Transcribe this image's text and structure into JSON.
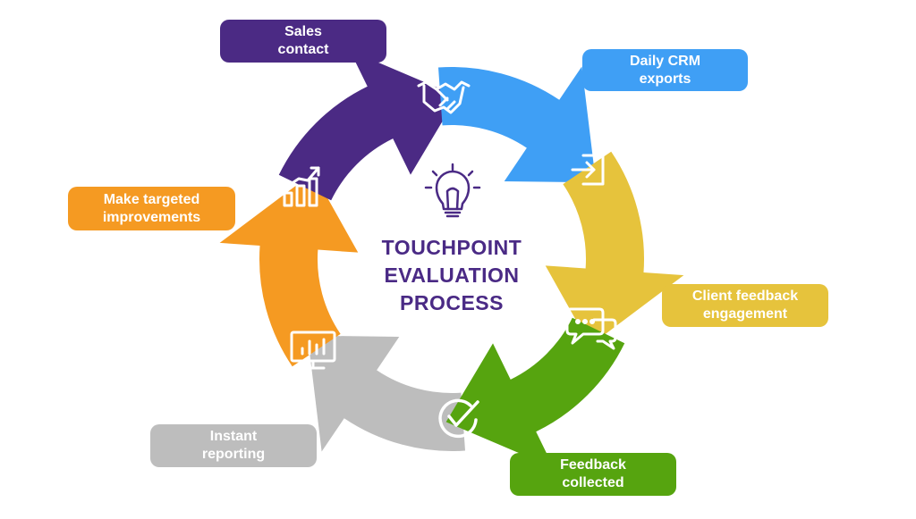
{
  "title": {
    "line1": "TOUCHPOINT",
    "line2": "EVALUATION",
    "line3": "PROCESS"
  },
  "steps": [
    {
      "line1": "Sales",
      "line2": "contact",
      "color": "#4b2a84",
      "icon": "handshake-icon"
    },
    {
      "line1": "Daily CRM",
      "line2": "exports",
      "color": "#3f9ff5",
      "icon": "export-icon"
    },
    {
      "line1": "Client feedback",
      "line2": "engagement",
      "color": "#e6c33c",
      "icon": "chat-bubbles-icon"
    },
    {
      "line1": "Feedback",
      "line2": "collected",
      "color": "#56a40f",
      "icon": "checkmark-icon"
    },
    {
      "line1": "Instant",
      "line2": "reporting",
      "color": "#bdbdbd",
      "icon": "monitor-chart-icon"
    },
    {
      "line1": "Make targeted",
      "line2": "improvements",
      "color": "#f59a22",
      "icon": "growth-chart-icon"
    }
  ],
  "center_icon": "lightbulb-icon",
  "title_color": "#4a2a85"
}
